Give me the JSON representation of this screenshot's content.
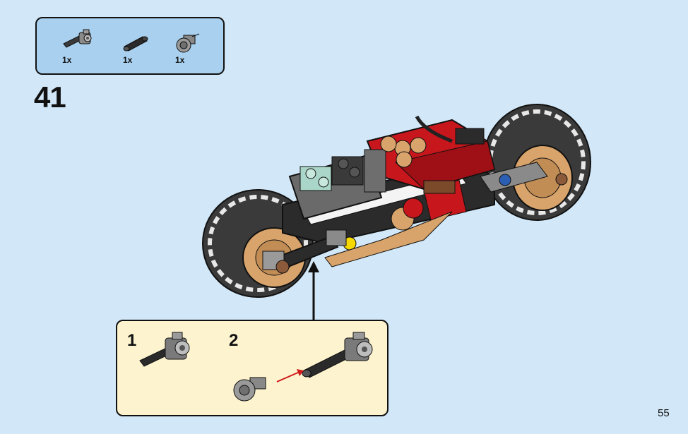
{
  "parts_list": {
    "items": [
      {
        "icon": "axle-connector-icon",
        "quantity": "1x"
      },
      {
        "icon": "black-axle-pin-icon",
        "quantity": "1x"
      },
      {
        "icon": "gray-bush-icon",
        "quantity": "1x"
      }
    ]
  },
  "step": {
    "number": "41"
  },
  "sub_assembly": {
    "steps": [
      {
        "number": "1"
      },
      {
        "number": "2"
      }
    ]
  },
  "colors": {
    "background": "#d2e8f8",
    "parts_panel": "#a9d1ef",
    "sub_panel": "#fdf3cf",
    "brick_red": "#c8161d",
    "tan_gold": "#d9a46b",
    "arrow_red": "#d11a1a"
  },
  "page": {
    "number": "55"
  }
}
